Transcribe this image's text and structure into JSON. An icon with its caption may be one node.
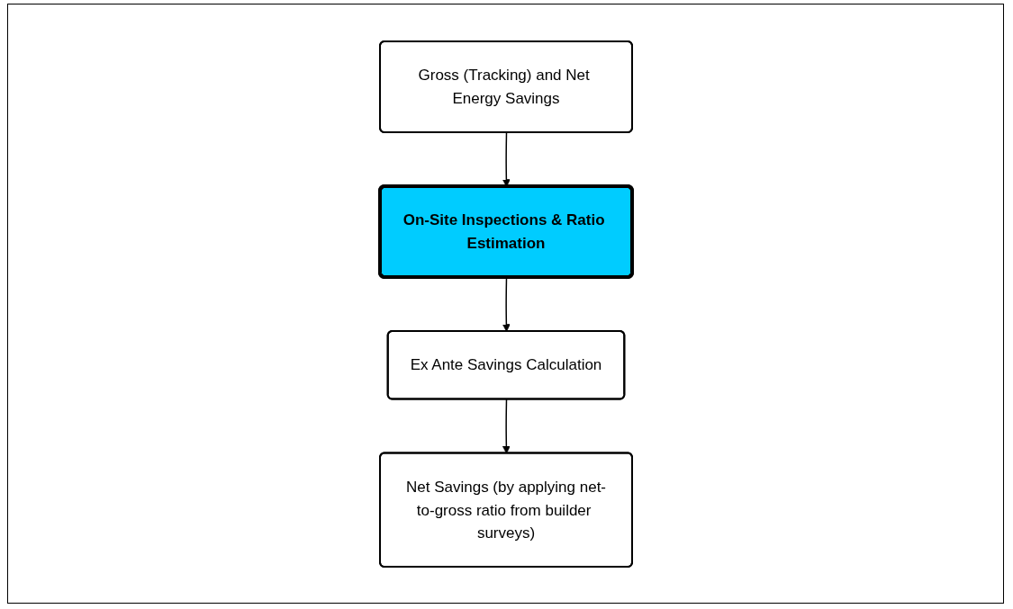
{
  "diagram": {
    "nodes": [
      {
        "text": [
          "Gross (Tracking) and Net Energy Savings"
        ]
      },
      {
        "text": [
          "On-Site Inspections & Ratio Estimation"
        ]
      },
      {
        "text": [
          "Ex Ante Savings Calculation"
        ]
      },
      {
        "text": [
          "Net Savings (by applying net-to-gross ratio from builder surveys)"
        ]
      }
    ],
    "edges": [
      {
        "from": 0,
        "to": 1,
        "arrow": "to"
      },
      {
        "from": 1,
        "to": 2,
        "arrow": "to"
      },
      {
        "from": 2,
        "to": 3,
        "arrow": "to"
      }
    ]
  }
}
